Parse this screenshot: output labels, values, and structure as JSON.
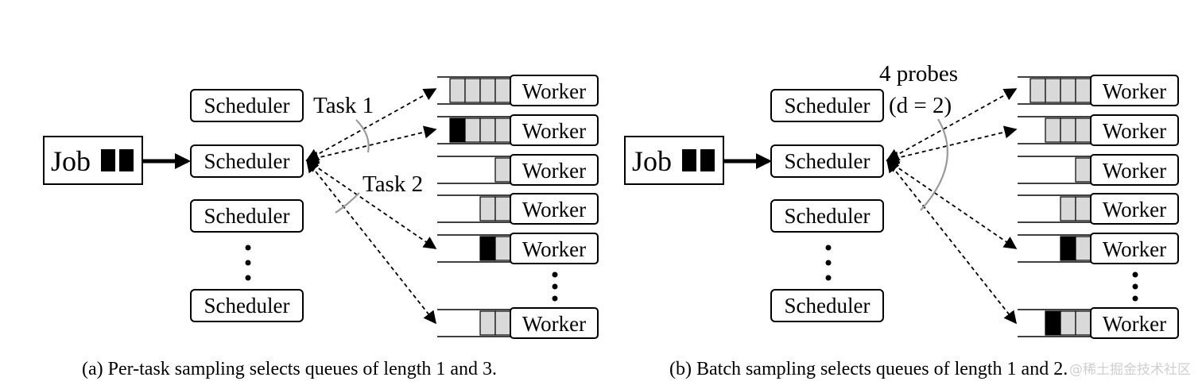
{
  "panels": [
    {
      "id": "a",
      "job_label": "Job",
      "schedulers": [
        "Scheduler",
        "Scheduler",
        "Scheduler",
        "Scheduler"
      ],
      "workers": [
        {
          "label": "Worker",
          "queue": [
            "empty",
            "empty",
            "empty",
            "empty"
          ]
        },
        {
          "label": "Worker",
          "queue": [
            "task",
            "empty",
            "empty",
            "empty"
          ]
        },
        {
          "label": "Worker",
          "queue": [
            "empty"
          ]
        },
        {
          "label": "Worker",
          "queue": [
            "empty",
            "empty"
          ]
        },
        {
          "label": "Worker",
          "queue": [
            "task",
            "empty"
          ]
        },
        {
          "label": "Worker",
          "queue": [
            "empty",
            "empty"
          ]
        }
      ],
      "annotations": [
        "Task 1",
        "Task 2"
      ],
      "caption": "(a)  Per-task sampling selects queues of length 1 and 3."
    },
    {
      "id": "b",
      "job_label": "Job",
      "schedulers": [
        "Scheduler",
        "Scheduler",
        "Scheduler",
        "Scheduler"
      ],
      "workers": [
        {
          "label": "Worker",
          "queue": [
            "empty",
            "empty",
            "empty",
            "empty"
          ]
        },
        {
          "label": "Worker",
          "queue": [
            "empty",
            "empty",
            "empty"
          ]
        },
        {
          "label": "Worker",
          "queue": [
            "empty"
          ]
        },
        {
          "label": "Worker",
          "queue": [
            "empty",
            "empty"
          ]
        },
        {
          "label": "Worker",
          "queue": [
            "task",
            "empty"
          ]
        },
        {
          "label": "Worker",
          "queue": [
            "task",
            "empty",
            "empty"
          ]
        }
      ],
      "annotations": [
        "4 probes",
        "(d = 2)"
      ],
      "caption": "(b)  Batch sampling selects queues of length 1 and 2."
    }
  ],
  "watermark": "@稀土掘金技术社区",
  "colors": {
    "task": "#000000",
    "empty": "#d9d9d9",
    "stroke": "#000000",
    "arc": "#9a9a9a"
  }
}
